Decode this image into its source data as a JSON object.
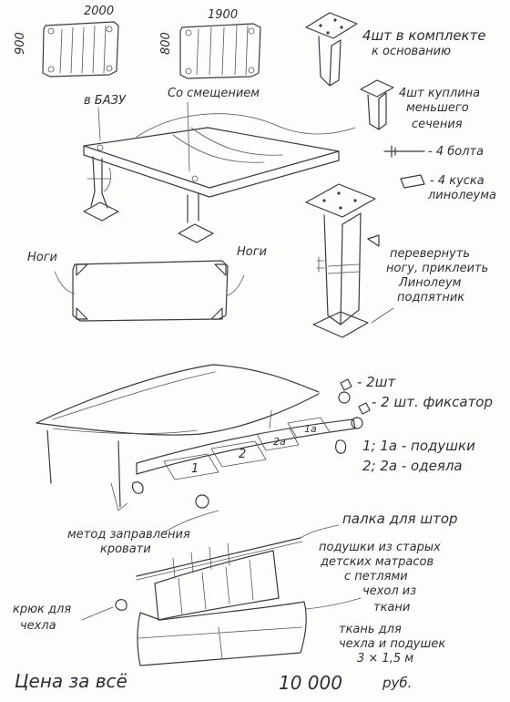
{
  "dimensions": {
    "width_top_left": "2000",
    "width_top_right": "1900",
    "depth_left": "900",
    "depth_right": "800"
  },
  "notes": {
    "legs_set": [
      "4шт в комплекте",
      "к основанию"
    ],
    "sleeves": [
      "4шт куплина",
      "меньшего",
      "сечения"
    ],
    "bolts": "- 4 болта",
    "linoleum": [
      "- 4 куска",
      "линолеума"
    ],
    "to_base": "в БАЗУ",
    "with_offset": "Со смещением",
    "legs_left": "Ноги",
    "legs_right": "Ноги",
    "flip_leg": [
      "перевернуть",
      "ногу, приклеить",
      "Линолеум",
      "подпятник"
    ],
    "pieces_2": "- 2шт",
    "fixer_2": "- 2 шт. фиксатор",
    "pillows": "1; 1а - подушки",
    "blankets": "2; 2а - одеяла",
    "method": [
      "метод заправления",
      "кровати"
    ],
    "curtain_rod": "палка для штор",
    "old_mattress": [
      "подушки из старых",
      "детских матрасов",
      "с петлями"
    ],
    "cover": [
      "чехол из",
      "ткани"
    ],
    "hook": [
      "крюк для",
      "чехла"
    ],
    "fabric": [
      "ткань для",
      "чехла и подушек",
      "3 × 1,5 м"
    ],
    "price_label": "Цена за всё",
    "price_value": "10 000",
    "price_unit": "руб."
  },
  "bed_labels": {
    "slot_1": "1",
    "slot_2": "2",
    "slot_2a": "2а",
    "slot_1a": "1а"
  },
  "ink_color": "#3a3a40"
}
